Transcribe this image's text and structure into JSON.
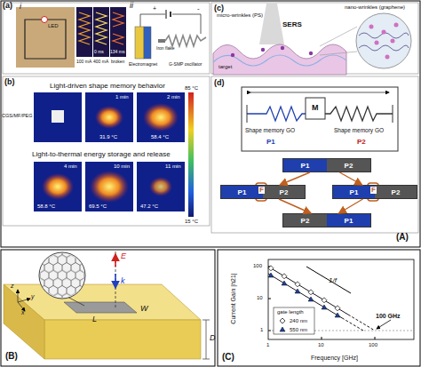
{
  "diagram": {
    "nodes": [
      {
        "text": [
          "P1",
          "P2"
        ]
      },
      {
        "text": [
          "P1",
          "P2"
        ]
      },
      {
        "text": [
          "P1",
          "P2"
        ]
      },
      {
        "text": [
          "P2",
          "P1"
        ]
      }
    ],
    "edges": [
      {
        "from": 0,
        "to": 1,
        "arrow": "to"
      },
      {
        "from": 0,
        "to": 2,
        "arrow": "to"
      },
      {
        "from": 1,
        "to": 3,
        "arrow": "to"
      },
      {
        "from": 2,
        "to": 3,
        "arrow": "to"
      }
    ],
    "labels": [
      "(a)",
      "i",
      "LED",
      "100 mA",
      "0 ms",
      "400 mA",
      "134 ms",
      "broken",
      "ii",
      "+",
      "-",
      "Electromagnet",
      "Iron flake",
      "G-SMP oscillator",
      "(c)",
      "micro-wrinkles (PS)",
      "SERS",
      "nano-wrinkles (graphene)",
      "target",
      "(b)",
      "Light-driven shape memory behavior",
      "CGS/MF/PEG",
      "1 min",
      "2 min",
      "31.9 °C",
      "58.4 °C",
      "Light-to-thermal energy storage and release",
      "4 min",
      "10 min",
      "11 min",
      "58.8 °C",
      "69.5 °C",
      "47.2 °C",
      "85 °C",
      "15 °C",
      "(d)",
      "Shape memory GO",
      "Shape memory GO",
      "P1",
      "M",
      "P2",
      "F",
      "F",
      "(A)",
      "E",
      "k",
      "z",
      "y",
      "x",
      "L",
      "W",
      "D",
      "(B)",
      "Current Gain |h21|",
      "Frequency [GHz]",
      "1/f",
      "100 GHz",
      "gate length",
      "1",
      "10",
      "100",
      "1",
      "10",
      "100",
      "(C)"
    ],
    "legend": [
      {
        "text": "240 nm"
      },
      {
        "text": "550 nm"
      }
    ]
  }
}
